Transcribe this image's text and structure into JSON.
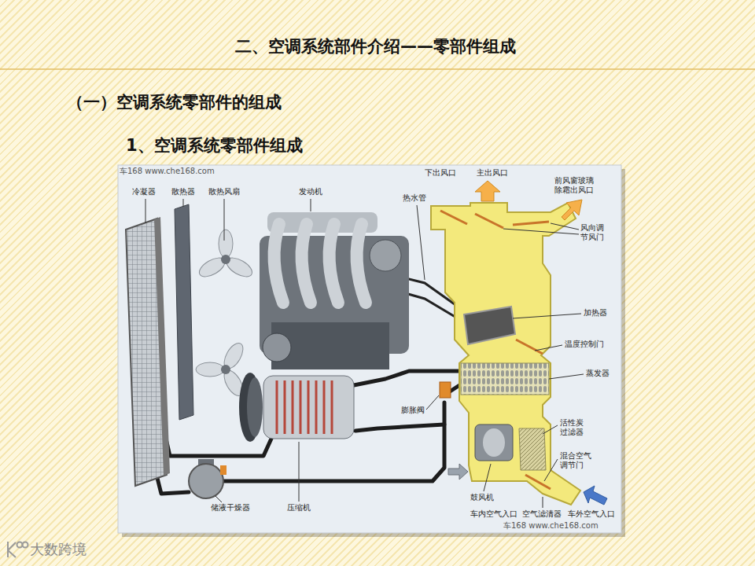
{
  "diagram": {
    "title": "二、空调系统部件介绍——零部件组成",
    "labels": [
      "（一）空调系统零部件的组成",
      "1、空调系统零部件组成",
      "车168 www.che168.com",
      "冷凝器",
      "散热器",
      "散热风扇",
      "发动机",
      "热水管",
      "下出风口",
      "主出风口",
      "前风窗玻璃 除霜出风口",
      "风向调 节风门",
      "加热器",
      "温度控制门",
      "蒸发器",
      "膨胀阀",
      "活性炭 过滤器",
      "混合空气 调节门",
      "储液干燥器",
      "压缩机",
      "鼓风机",
      "车内空气入口",
      "空气滤清器",
      "车外空气入口",
      "车168 www.che168.com",
      "大数跨境"
    ]
  }
}
